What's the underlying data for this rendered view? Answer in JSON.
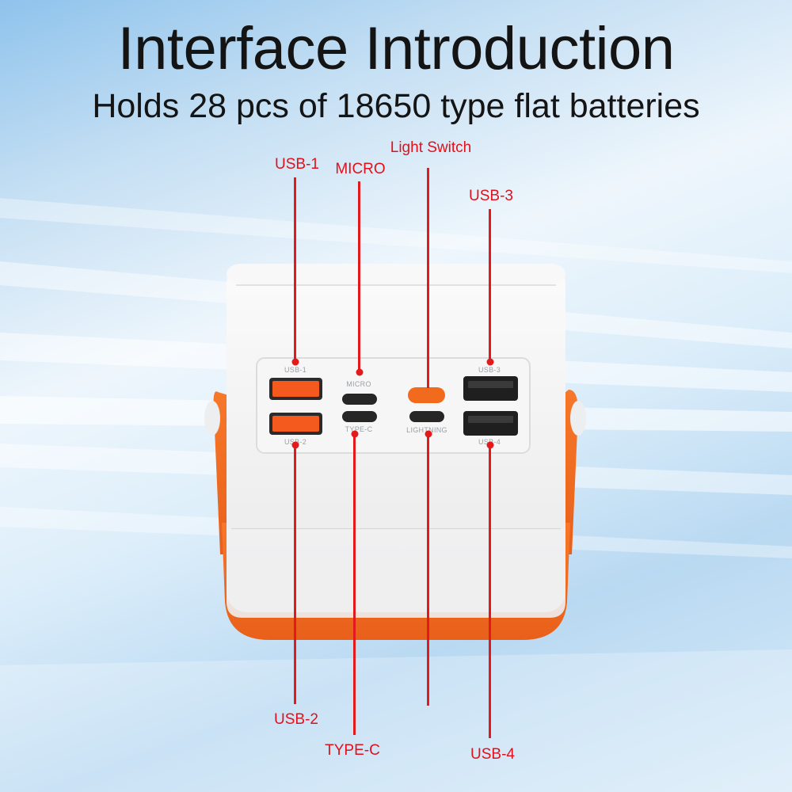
{
  "title": "Interface Introduction",
  "subtitle": "Holds 28 pcs of 18650 type flat batteries",
  "colors": {
    "callout_red": "#e0111b",
    "housing_white": "#f4f4f4",
    "handle_orange": "#f26a1b",
    "usb_orange": "#f45a1e"
  },
  "callouts": {
    "usb1": "USB-1",
    "micro": "MICRO",
    "light_switch": "Light Switch",
    "usb3": "USB-3",
    "usb2": "USB-2",
    "type_c": "TYPE-C",
    "usb4": "USB-4"
  },
  "panel_labels": {
    "usb1": "USB-1",
    "usb2": "USB-2",
    "micro": "MICRO",
    "type_c": "TYPE-C",
    "lightning": "LIGHTNING",
    "usb3": "USB-3",
    "usb4": "USB-4"
  }
}
